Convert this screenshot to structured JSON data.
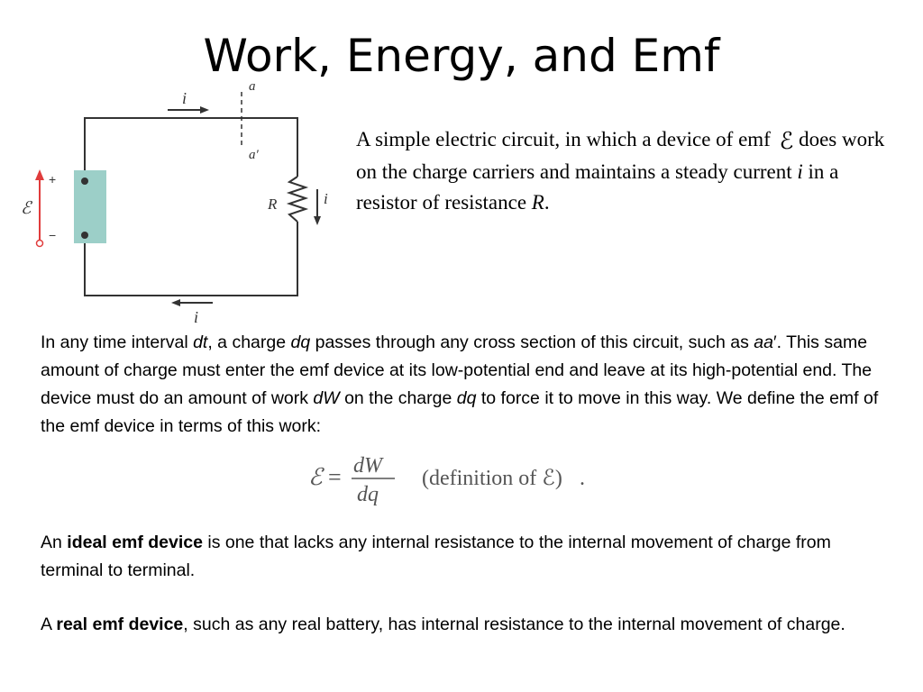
{
  "title": "Work, Energy, and Emf",
  "circuit": {
    "label_i_top": "i",
    "label_a": "a",
    "label_a_prime": "a′",
    "label_R": "R",
    "label_i_right": "i",
    "label_i_bottom": "i",
    "label_emf": "ℰ",
    "label_plus": "+",
    "label_minus": "−",
    "colors": {
      "emf_device": "#9ccfc8",
      "emf_arrow": "#e03c3c",
      "wire": "#333333"
    }
  },
  "caption": {
    "part1": "A simple electric circuit, in which a device of emf ",
    "emf_symbol": "ℰ",
    "part2": " does work on the charge carriers and maintains a steady current ",
    "i": "i",
    "part3": " in a resistor of resistance ",
    "R": "R",
    "part4": "."
  },
  "para1": {
    "t1": "In any time interval ",
    "dt": "dt",
    "t2": ", a charge ",
    "dq": "dq",
    "t3": " passes through any cross section of this circuit, such as ",
    "aa": "aa",
    "t4": "′. This same amount of charge must enter the emf device at its low-potential end and leave at its high-potential end. The device must do an amount of work ",
    "dW": "dW",
    "t5": " on the charge ",
    "dq2": "dq",
    "t6": " to force it to move in this way. We define the emf of the emf device in terms of this work:"
  },
  "formula": {
    "lhs": "ℰ",
    "eq": "=",
    "numerator": "dW",
    "denominator": "dq",
    "definition": "(definition of ℰ)",
    "period": "."
  },
  "para2": {
    "t1": "An ",
    "bold": "ideal emf device",
    "t2": " is one that lacks any internal resistance to the internal movement of charge from terminal to terminal."
  },
  "para3": {
    "t1": "A ",
    "bold": "real emf device",
    "t2": ", such as any real battery, has internal resistance to the internal movement of charge."
  }
}
